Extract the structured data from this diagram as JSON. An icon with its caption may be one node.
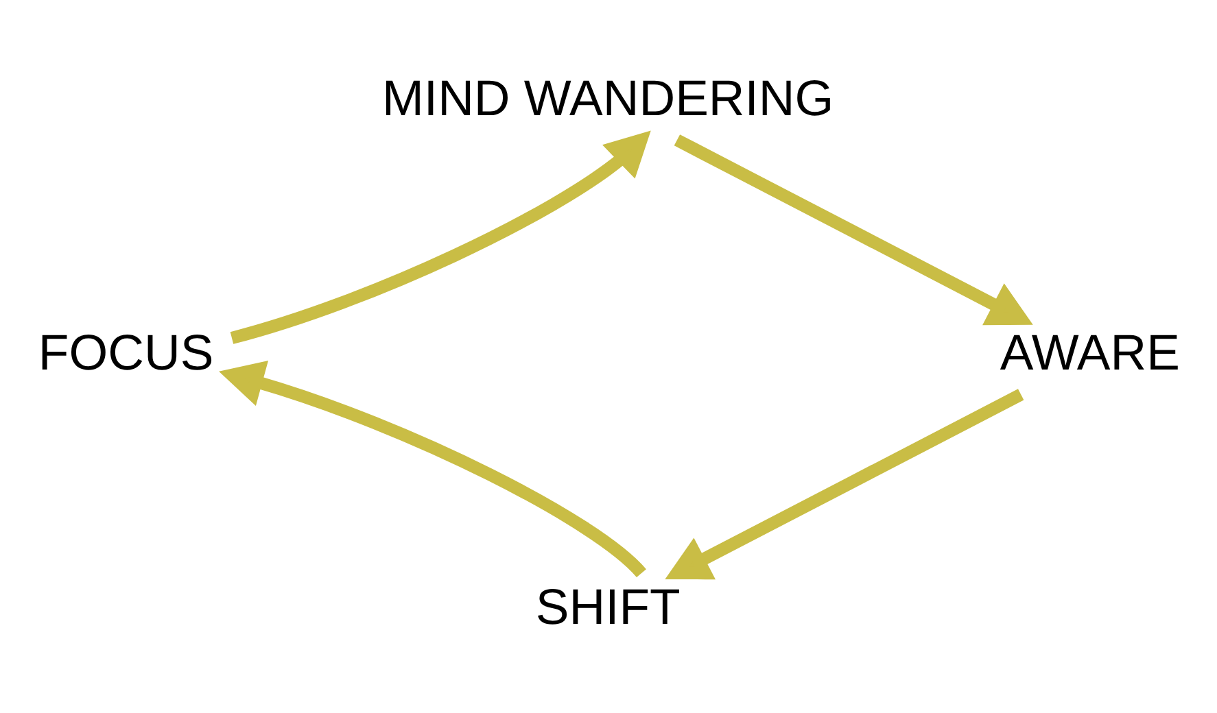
{
  "diagram": {
    "nodes": [
      {
        "text": [
          "MIND WANDERING"
        ]
      },
      {
        "text": [
          "AWARE"
        ]
      },
      {
        "text": [
          "SHIFT"
        ]
      },
      {
        "text": [
          "FOCUS"
        ]
      }
    ],
    "edges": [
      {
        "from": 0,
        "to": 1,
        "arrow": "to"
      },
      {
        "from": 1,
        "to": 2,
        "arrow": "to"
      },
      {
        "from": 2,
        "to": 3,
        "arrow": "to"
      },
      {
        "from": 3,
        "to": 0,
        "arrow": "to"
      }
    ]
  }
}
